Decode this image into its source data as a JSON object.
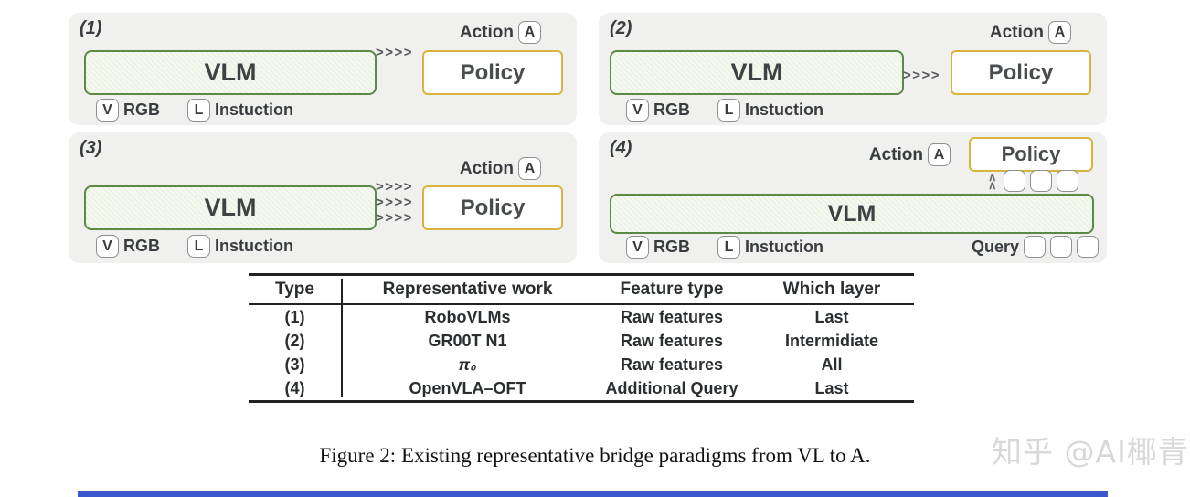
{
  "colors": {
    "panel_bg": "#f0f0ee",
    "vlm_border": "#5a8a44",
    "vlm_fill": "#f4f8ef",
    "policy_border": "#d8b43c",
    "token_border": "#8f9092",
    "text": "#3a3d40",
    "table_line": "#222222",
    "watermark": "#d8d8d6",
    "bottom_bar": "#3a57cc"
  },
  "panels": [
    {
      "num": "(1)",
      "vlm": "VLM",
      "policy": "Policy",
      "action": "Action",
      "action_token": "A",
      "v_token": "V",
      "v_label": "RGB",
      "l_token": "L",
      "l_label": "Instuction",
      "arrow": ">>>>",
      "arrow_rows": 1,
      "arrow_position": "top"
    },
    {
      "num": "(2)",
      "vlm": "VLM",
      "policy": "Policy",
      "action": "Action",
      "action_token": "A",
      "v_token": "V",
      "v_label": "RGB",
      "l_token": "L",
      "l_label": "Instuction",
      "arrow": ">>>>",
      "arrow_rows": 1,
      "arrow_position": "middle"
    },
    {
      "num": "(3)",
      "vlm": "VLM",
      "policy": "Policy",
      "action": "Action",
      "action_token": "A",
      "v_token": "V",
      "v_label": "RGB",
      "l_token": "L",
      "l_label": "Instuction",
      "arrow": ">>>>",
      "arrow_rows": 3,
      "arrow_position": "all"
    },
    {
      "num": "(4)",
      "vlm": "VLM",
      "policy": "Policy",
      "action": "Action",
      "action_token": "A",
      "v_token": "V",
      "v_label": "RGB",
      "l_token": "L",
      "l_label": "Instuction",
      "query_label": "Query",
      "query_slots": 3,
      "up_chevron": "∧"
    }
  ],
  "table": {
    "headers": [
      "Type",
      "Representative work",
      "Feature type",
      "Which layer"
    ],
    "rows": [
      [
        "(1)",
        "RoboVLMs",
        "Raw features",
        "Last"
      ],
      [
        "(2)",
        "GR00T N1",
        "Raw features",
        "Intermidiate"
      ],
      [
        "(3)",
        "π₀",
        "Raw features",
        "All"
      ],
      [
        "(4)",
        "OpenVLA–OFT",
        "Additional Query",
        "Last"
      ]
    ]
  },
  "caption": "Figure 2: Existing representative bridge paradigms from VL to A.",
  "watermark": "知乎 @AI椰青"
}
